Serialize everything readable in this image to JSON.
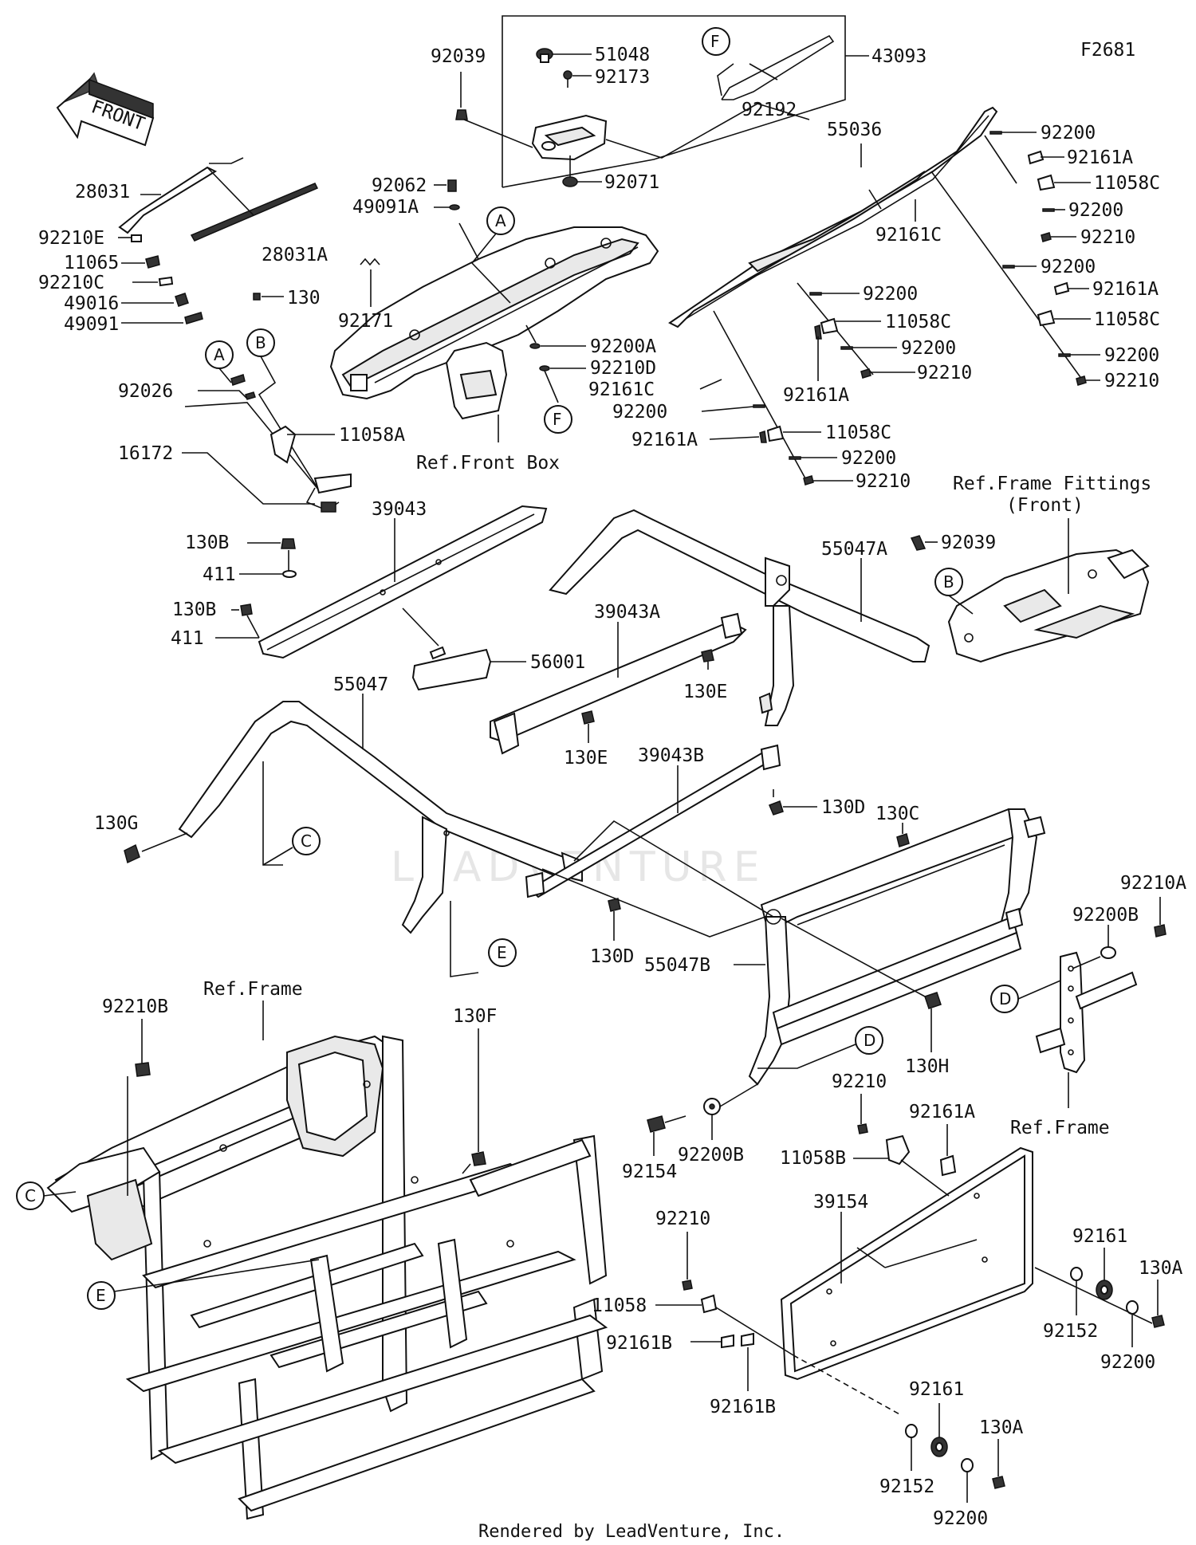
{
  "figure_code": "F2681",
  "front_arrow": "FRONT",
  "footer": "Rendered by LeadVenture, Inc.",
  "watermark": "LEADVENTURE",
  "callouts": [
    "A",
    "B",
    "C",
    "D",
    "E",
    "F"
  ],
  "refs": {
    "front_box": "Ref.Front Box",
    "frame_fittings_l1": "Ref.Frame Fittings",
    "frame_fittings_l2": "(Front)",
    "frame_1": "Ref.Frame",
    "frame_2": "Ref.Frame"
  },
  "labels": {
    "p92039a": "92039",
    "p51048": "51048",
    "p92173": "92173",
    "p43093": "43093",
    "p92192": "92192",
    "p92062": "92062",
    "p49091a": "49091A",
    "p92071": "92071",
    "p28031": "28031",
    "p28031a": "28031A",
    "p92210e": "92210E",
    "p11065": "11065",
    "p92210c": "92210C",
    "p49016": "49016",
    "p49091": "49091",
    "p130": "130",
    "p92171": "92171",
    "p92026": "92026",
    "p16172": "16172",
    "p11058a": "11058A",
    "p92200a": "92200A",
    "p92210d": "92210D",
    "p55036": "55036",
    "p92200_1": "92200",
    "p92161a_1": "92161A",
    "p11058c_1": "11058C",
    "p92200_2": "92200",
    "p92210_1": "92210",
    "p92161c_1": "92161C",
    "p92200_3": "92200",
    "p92161a_2": "92161A",
    "p11058c_2": "11058C",
    "p92200_4": "92200",
    "p92210_2": "92210",
    "p92200_5": "92200",
    "p11058c_3": "11058C",
    "p92200_6": "92200",
    "p92210_3": "92210",
    "p92161a_3": "92161A",
    "p92161c_2": "92161C",
    "p92200_7": "92200",
    "p92161a_4": "92161A",
    "p11058c_4": "11058C",
    "p92200_8": "92200",
    "p92210_4": "92210",
    "p39043": "39043",
    "p130b_1": "130B",
    "p411_1": "411",
    "p130b_2": "130B",
    "p411_2": "411",
    "p56001": "56001",
    "p55047": "55047",
    "p39043a": "39043A",
    "p55047a": "55047A",
    "p92039b": "92039",
    "p130e_1": "130E",
    "p130e_2": "130E",
    "p39043b": "39043B",
    "p130g": "130G",
    "p130d_1": "130D",
    "p130c": "130C",
    "p130d_2": "130D",
    "p92210a": "92210A",
    "p92200b_1": "92200B",
    "p55047b": "55047B",
    "p130h": "130H",
    "p92210b": "92210B",
    "p130f": "130F",
    "p92210_5": "92210",
    "p92161a_5": "92161A",
    "p11058b": "11058B",
    "p92154": "92154",
    "p92200b_2": "92200B",
    "p39154": "39154",
    "p92161_1": "92161",
    "p130a_1": "130A",
    "p92152_1": "92152",
    "p92200_9": "92200",
    "p92210_6": "92210",
    "p11058": "11058",
    "p92161b_1": "92161B",
    "p92161b_2": "92161B",
    "p92161_2": "92161",
    "p130a_2": "130A",
    "p92152_2": "92152",
    "p92200_10": "92200"
  }
}
